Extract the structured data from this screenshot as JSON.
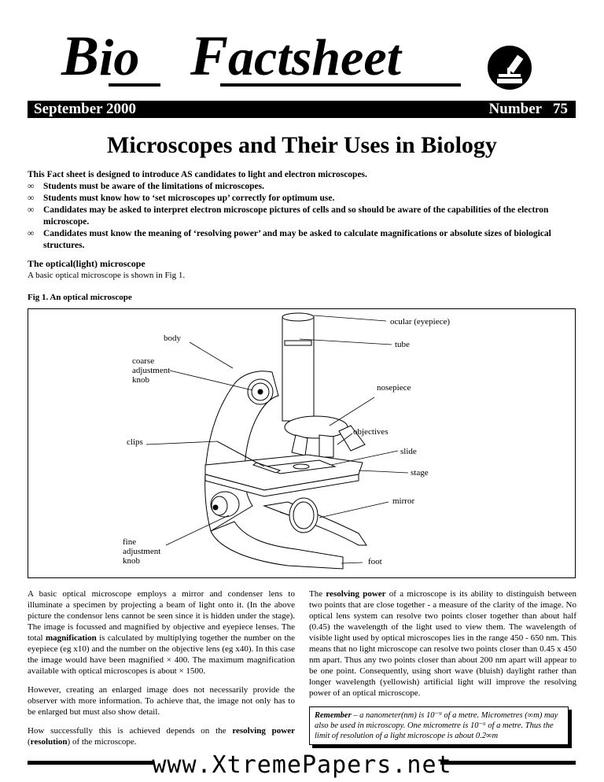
{
  "masthead": {
    "word1_cap": "B",
    "word1_rest": "io",
    "word2_cap": "F",
    "word2_rest": "actsheet",
    "logo_icon": "microscope-icon"
  },
  "banner": {
    "date": "September 2000",
    "number": "Number   75"
  },
  "title": "Microscopes and Their Uses in Biology",
  "intro": {
    "lead": "This Fact sheet is designed to introduce AS candidates to light and electron microscopes.",
    "bullet_symbol": "∞",
    "bullets": [
      "Students must be aware of the limitations of microscopes.",
      "Students must know how to ‘set microscopes up’ correctly for optimum use.",
      "Candidates may be asked to interpret electron microscope pictures of cells and so should be aware of the capabilities of the electron microscope.",
      "Candidates must know the meaning of ‘resolving power’ and may be asked to calculate magnifications or absolute sizes of biological structures."
    ]
  },
  "section": {
    "heading": "The optical(light) microscope",
    "text": "A basic optical microscope is shown in Fig 1."
  },
  "figure": {
    "caption": "Fig 1. An optical microscope",
    "labels": {
      "ocular": "ocular (eyepiece)",
      "body": "body",
      "tube": "tube",
      "coarse_1": "coarse",
      "coarse_2": "adjustment",
      "coarse_3": "knob",
      "nosepiece": "nosepiece",
      "objectives": "objectives",
      "clips": "clips",
      "slide": "slide",
      "stage": "stage",
      "mirror": "mirror",
      "fine_1": "fine",
      "fine_2": "adjustment",
      "fine_3": "knob",
      "foot": "foot"
    }
  },
  "left_column": {
    "p1_a": "A basic optical microscope employs a mirror and condenser lens to illuminate a specimen by projecting a beam of light onto it. (In the above picture the condensor lens cannot be seen since it is hidden under the stage). The image is focussed and magnified by objective and eyepiece lenses. The total ",
    "p1_b": "magnification",
    "p1_c": " is calculated by multiplying together the number on the eyepiece (eg x10) and the number on the objective lens (eg x40). In this case the image would have been magnified × 400. The maximum magnification available with optical microscopes is about × 1500.",
    "p2": "However, creating an enlarged image does not necessarily provide the observer with more information. To achieve that, the image not only has to be enlarged but must also show detail.",
    "p3_a": "How successfully this is achieved depends on the ",
    "p3_b": "resolving power",
    "p3_c": " (",
    "p3_d": "resolution",
    "p3_e": ") of the microscope."
  },
  "right_column": {
    "p1_a": "The ",
    "p1_b": "resolving power",
    "p1_c": " of a microscope is its ability to distinguish between two points that are close together - a measure of the clarity of the image. No optical lens system can resolve two points closer together than about half (0.45) the wavelength of the light used to view them. The wavelength of visible light used by optical microscopes lies in the range 450 - 650 nm. This means that no light microscope can resolve two points closer than 0.45 x 450 nm apart. Thus any two points closer than about 200 nm apart will appear to be one point. Consequently, using short wave (bluish) daylight rather than longer wavelength (yellowish) artificial light will improve the resolving power of an optical microscope."
  },
  "remember": {
    "label": "Remember",
    "text": " – a nanometer(nm) is 10⁻⁹ of a metre. Micrometres (∞m) may also be used in microscopy. One micrometre is  10⁻⁶ of a metre. Thus the limit of resolution of a light microscope is about 0.2∞m"
  },
  "footer": {
    "url": "www.XtremePapers.net"
  }
}
